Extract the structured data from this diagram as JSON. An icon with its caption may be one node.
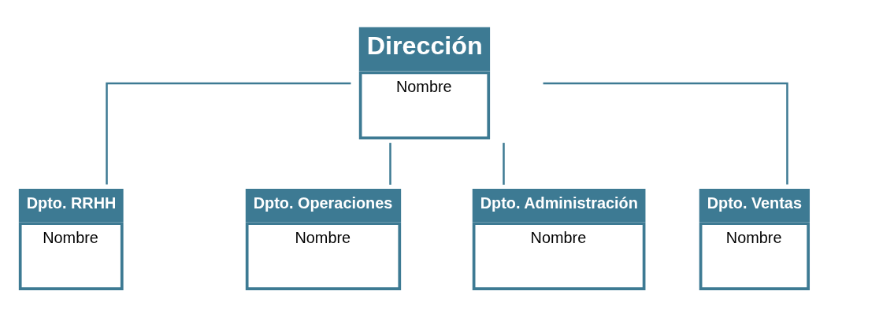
{
  "diagram": {
    "nodes": [
      {
        "text": [
          "Dirección",
          "Nombre"
        ]
      },
      {
        "text": [
          "Dpto. RRHH",
          "Nombre"
        ]
      },
      {
        "text": [
          "Dpto. Operaciones",
          "Nombre"
        ]
      },
      {
        "text": [
          "Dpto. Administración",
          "Nombre"
        ]
      },
      {
        "text": [
          "Dpto. Ventas",
          "Nombre"
        ]
      }
    ],
    "edges": [
      {
        "from": 0,
        "to": 1,
        "arrow": "none"
      },
      {
        "from": 0,
        "to": 2,
        "arrow": "none"
      },
      {
        "from": 0,
        "to": 3,
        "arrow": "none"
      },
      {
        "from": 0,
        "to": 4,
        "arrow": "none"
      }
    ]
  }
}
